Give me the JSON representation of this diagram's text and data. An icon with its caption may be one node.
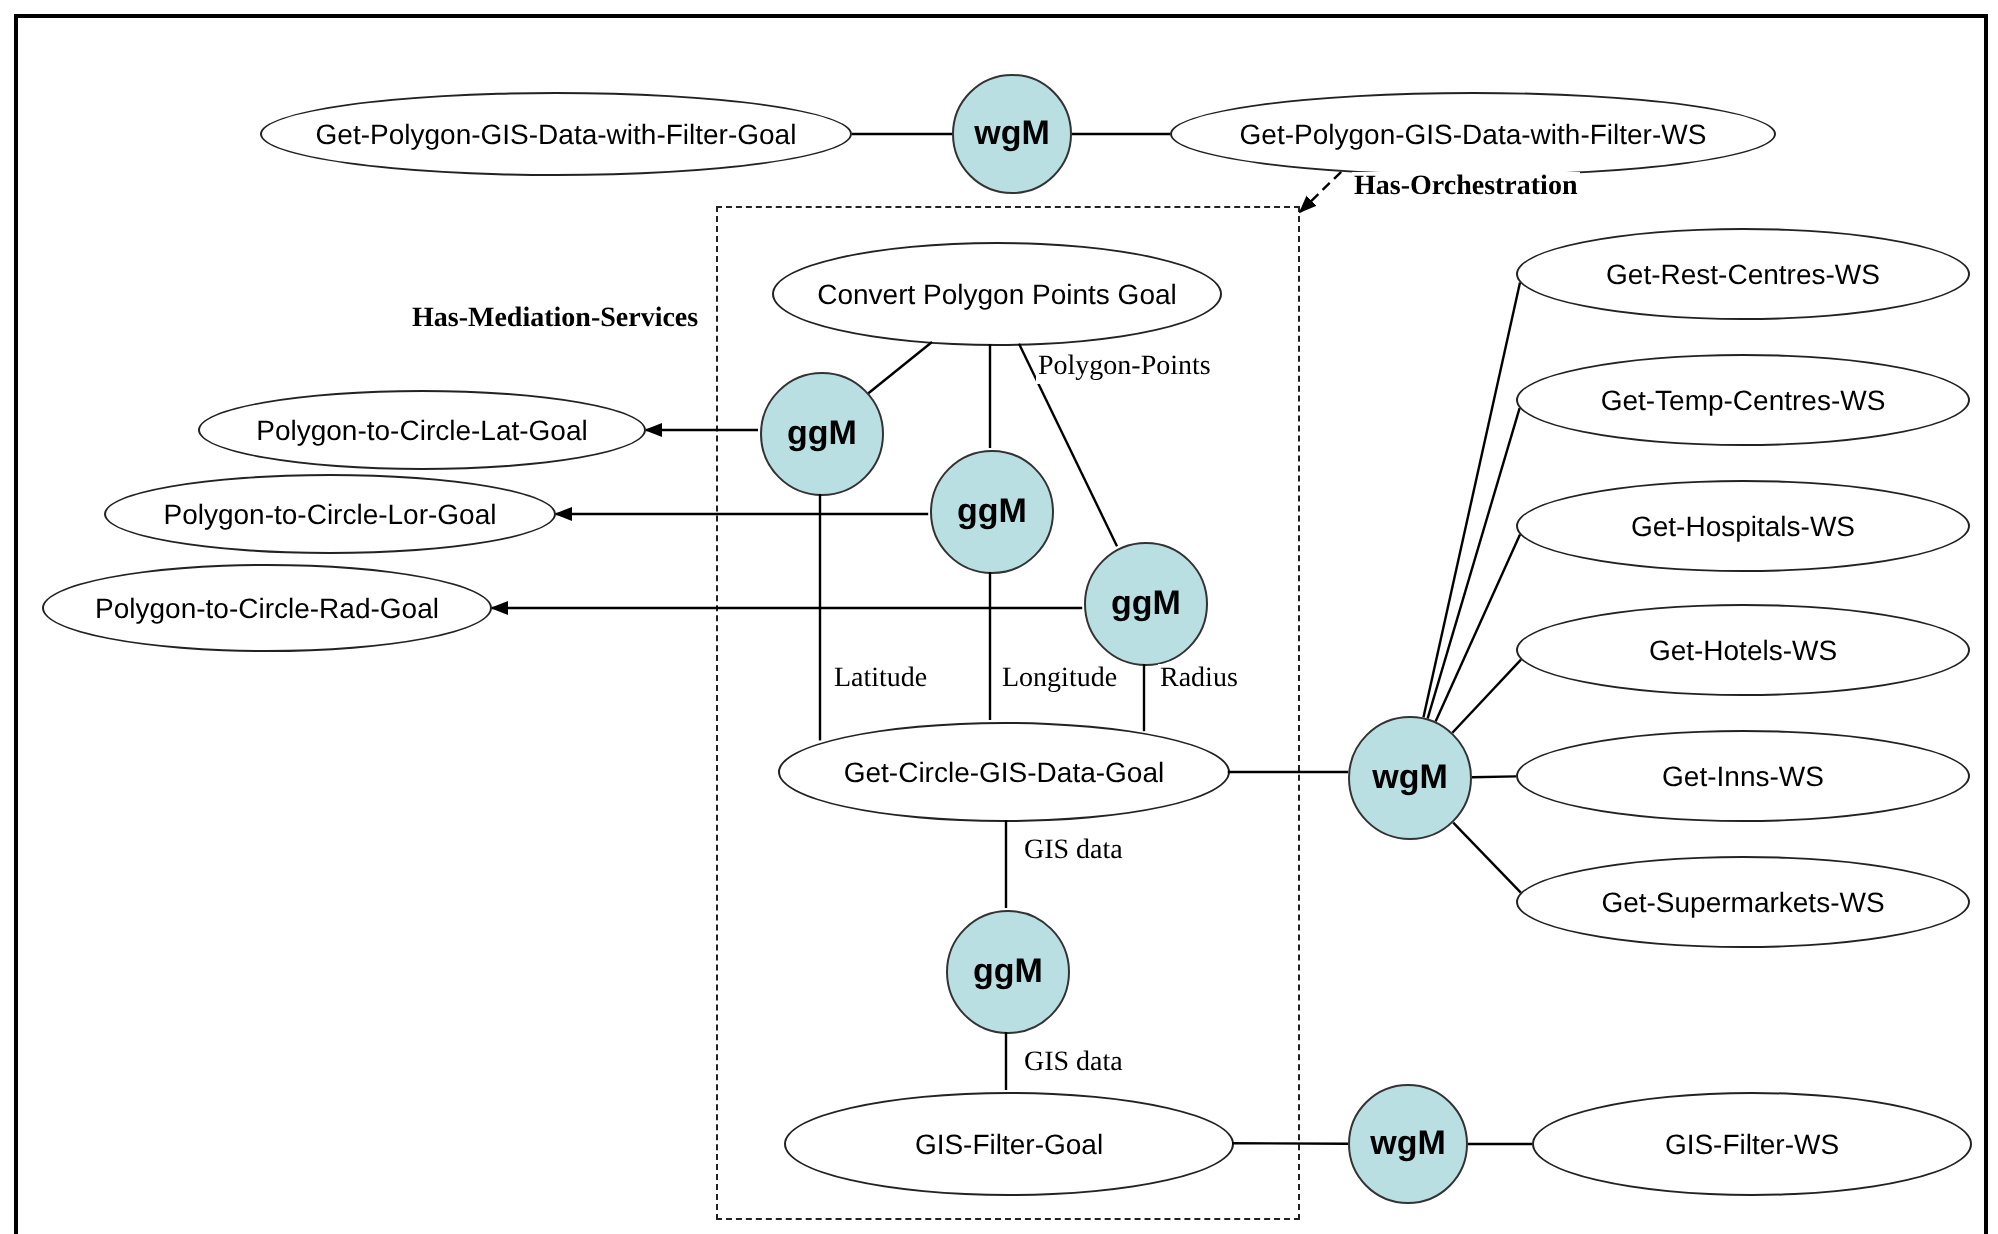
{
  "diagram": {
    "nodes": [
      {
        "text": [
          "Get-Polygon-GIS-Data-with-Filter-Goal"
        ]
      },
      {
        "text": [
          "wgM"
        ]
      },
      {
        "text": [
          "Get-Polygon-GIS-Data-with-Filter-WS"
        ]
      },
      {
        "text": [],
        "shape": "box"
      },
      {
        "text": [
          "Convert Polygon Points Goal"
        ],
        "in": 3
      },
      {
        "text": [
          "ggM"
        ],
        "in": 3
      },
      {
        "text": [
          "ggM"
        ],
        "in": 3
      },
      {
        "text": [
          "ggM"
        ],
        "in": 3
      },
      {
        "text": [
          "Polygon-to-Circle-Lat-Goal"
        ]
      },
      {
        "text": [
          "Polygon-to-Circle-Lor-Goal"
        ]
      },
      {
        "text": [
          "Polygon-to-Circle-Rad-Goal"
        ]
      },
      {
        "text": [
          "Get-Circle-GIS-Data-Goal"
        ],
        "in": 3
      },
      {
        "text": [
          "wgM"
        ]
      },
      {
        "text": [
          "Get-Rest-Centres-WS"
        ]
      },
      {
        "text": [
          "Get-Temp-Centres-WS"
        ]
      },
      {
        "text": [
          "Get-Hospitals-WS"
        ]
      },
      {
        "text": [
          "Get-Hotels-WS"
        ]
      },
      {
        "text": [
          "Get-Inns-WS"
        ]
      },
      {
        "text": [
          "Get-Supermarkets-WS"
        ]
      },
      {
        "text": [
          "ggM"
        ],
        "in": 3
      },
      {
        "text": [
          "GIS-Filter-Goal"
        ],
        "in": 3
      },
      {
        "text": [
          "wgM"
        ]
      },
      {
        "text": [
          "GIS-Filter-WS"
        ]
      }
    ],
    "edges": [
      {
        "from": 0,
        "to": 1,
        "arrow": "none"
      },
      {
        "from": 1,
        "to": 2,
        "arrow": "none"
      },
      {
        "from": 2,
        "to": 3,
        "arrow": "to",
        "style": "dashed",
        "label": "Has-Orchestration"
      },
      {
        "from": 4,
        "to": 5,
        "arrow": "none"
      },
      {
        "from": 4,
        "to": 6,
        "arrow": "none"
      },
      {
        "from": 4,
        "to": 7,
        "arrow": "none",
        "label": "Polygon-Points"
      },
      {
        "from": 5,
        "to": 8,
        "arrow": "to"
      },
      {
        "from": 6,
        "to": 9,
        "arrow": "to"
      },
      {
        "from": 7,
        "to": 10,
        "arrow": "to"
      },
      {
        "from": 5,
        "to": 11,
        "arrow": "none",
        "label": "Latitude"
      },
      {
        "from": 6,
        "to": 11,
        "arrow": "none",
        "label": "Longitude"
      },
      {
        "from": 7,
        "to": 11,
        "arrow": "none",
        "label": "Radius"
      },
      {
        "from": 11,
        "to": 12,
        "arrow": "none"
      },
      {
        "from": 12,
        "to": 13,
        "arrow": "none"
      },
      {
        "from": 12,
        "to": 14,
        "arrow": "none"
      },
      {
        "from": 12,
        "to": 15,
        "arrow": "none"
      },
      {
        "from": 12,
        "to": 16,
        "arrow": "none"
      },
      {
        "from": 12,
        "to": 17,
        "arrow": "none"
      },
      {
        "from": 12,
        "to": 18,
        "arrow": "none"
      },
      {
        "from": 11,
        "to": 19,
        "arrow": "none",
        "label": "GIS data"
      },
      {
        "from": 19,
        "to": 20,
        "arrow": "none",
        "label": "GIS data"
      },
      {
        "from": 20,
        "to": 21,
        "arrow": "none"
      },
      {
        "from": 21,
        "to": 22,
        "arrow": "none"
      }
    ],
    "labels": [
      "Has-Mediation-Services"
    ]
  }
}
